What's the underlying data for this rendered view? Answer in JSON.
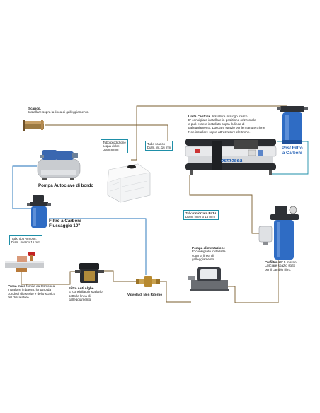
{
  "colors": {
    "drain_line": "#7a5c2e",
    "blue_line": "#1d6fb8",
    "cyan_line": "#1e8fa8",
    "accent_blue": "#2461b5"
  },
  "drain": {
    "title": "Scarico.",
    "desc": "Installare sopra la linea di galleggiamento."
  },
  "pump_autoclave": {
    "title": "Pompa Autoclave di bordo"
  },
  "carbon_flush": {
    "title_line1": "Filtro a Carboni",
    "title_line2": "Flussaggio 10\""
  },
  "tube_production": {
    "line1": "Tubo produzione",
    "line2": "acqua dolce",
    "line3": "Diam.8 mm"
  },
  "tube_drain": {
    "line1": "Tubo scarico",
    "line2": "Diam. int. 16 mm"
  },
  "central_unit": {
    "title": "Unità Centrale.",
    "lines": [
      " Installare in luogo fresco",
      "E' consigliato installare in posizione orizzontale",
      "e può essere installato sopra la linea di",
      "galleggiamento. Lasciare spazio per le manutenzione",
      "Non installare sopra attrezzature elettriche."
    ],
    "brand": "osmosea"
  },
  "post_filter": {
    "line1": "Post Filtro",
    "line2": "a Carboni"
  },
  "tube_reinforced": {
    "prefix": "Tubo ",
    "bold": "rinforzato Pn16.",
    "line2": "Diam. interno 16 mm"
  },
  "tube_armoured": {
    "line1": "Tubo tipo Armoon.",
    "line2": "Diam. interno 16 mm"
  },
  "feed_pump": {
    "title": "Pompa alimentazione",
    "lines": [
      "E' consigliato installarla",
      "sotto la linea di",
      "galleggiamento"
    ]
  },
  "prefilter": {
    "title": "Prefiltro",
    "lines": [
      " 10\" 5 micron.",
      "Lasciare spazio sotto",
      "per il cambio filtro."
    ]
  },
  "sea_intake": {
    "title": "Presa mare",
    "lines": [
      " fornita da Osmosea.",
      "Installare in basso, lontano da",
      "condotti di asssito e dello scarico",
      "del dissalatore"
    ]
  },
  "algae_filter": {
    "title": "Filtro Anti Alghe",
    "lines": [
      "E' consigliato installarlo",
      "sotto la linea di",
      "galleggiamento"
    ]
  },
  "check_valve": {
    "title": "Valvola di Non Ritorno"
  }
}
